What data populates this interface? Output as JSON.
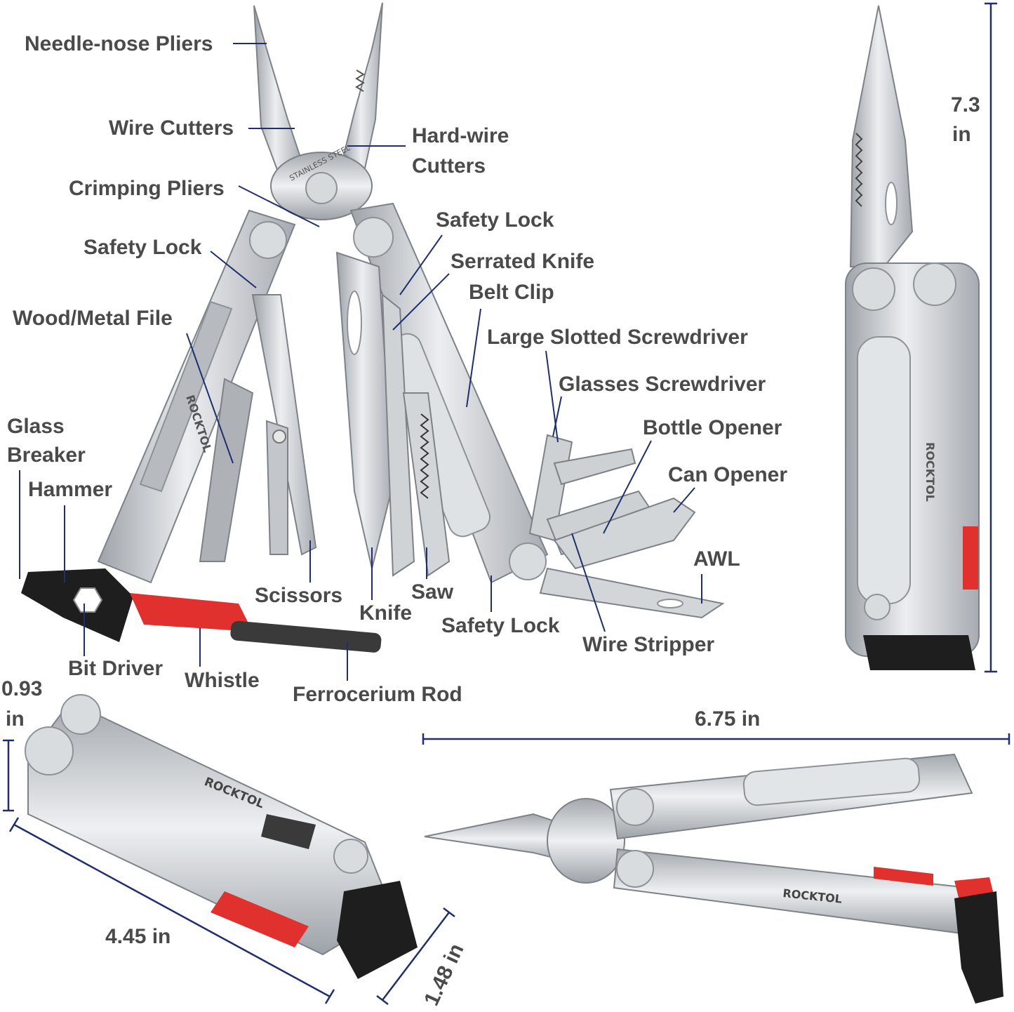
{
  "brand": "ROCKTOL",
  "blade_stamp": "STAINLESS STEEL",
  "colors": {
    "background": "#ffffff",
    "label_text": "#4a4a4a",
    "leader_line": "#1f2f6e",
    "steel": "#c9ccd0",
    "steel_dark": "#8d9298",
    "accent_red": "#e0312f",
    "black_part": "#1e1e1e"
  },
  "labels": {
    "needle_nose": "Needle-nose Pliers",
    "wire_cutters": "Wire Cutters",
    "hard_wire_1": "Hard-wire",
    "hard_wire_2": "Cutters",
    "crimping": "Crimping Pliers",
    "safety_lock_left": "Safety Lock",
    "safety_lock_top": "Safety Lock",
    "serrated_knife": "Serrated Knife",
    "belt_clip": "Belt Clip",
    "large_slotted": "Large Slotted Screwdriver",
    "glasses_screwdriver": "Glasses Screwdriver",
    "wood_metal_file": "Wood/Metal File",
    "glass_1": "Glass",
    "glass_2": "Breaker",
    "hammer": "Hammer",
    "bottle_opener": "Bottle Opener",
    "can_opener": "Can Opener",
    "awl": "AWL",
    "scissors": "Scissors",
    "knife": "Knife",
    "saw": "Saw",
    "safety_lock_bottom": "Safety Lock",
    "wire_stripper": "Wire Stripper",
    "bit_driver": "Bit Driver",
    "whistle": "Whistle",
    "ferro_rod": "Ferrocerium Rod"
  },
  "dimensions": {
    "height_closed_val": "7.3",
    "height_closed_unit": "in",
    "thickness_val": "0.93",
    "thickness_unit": "in",
    "open_length": "6.75 in",
    "closed_length": "4.45 in",
    "closed_width": "1.48 in"
  }
}
